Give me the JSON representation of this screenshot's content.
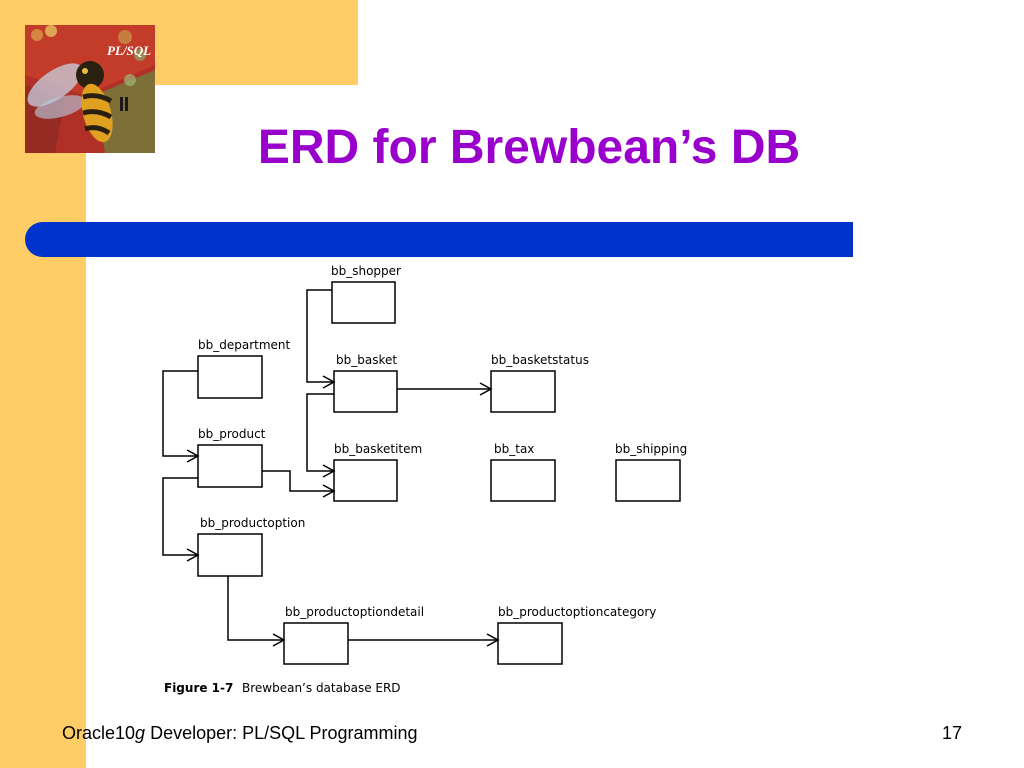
{
  "slide": {
    "title": "ERD for Brewbean’s DB",
    "footer": {
      "prefix": "Oracle10",
      "italic": "g",
      "suffix": " Developer: PL/SQL Programming"
    },
    "page_number": "17"
  },
  "logo": {
    "text": "PL/SQL"
  },
  "diagram": {
    "entities": [
      "bb_shopper",
      "bb_department",
      "bb_basket",
      "bb_basketstatus",
      "bb_product",
      "bb_basketitem",
      "bb_tax",
      "bb_shipping",
      "bb_productoption",
      "bb_productoptiondetail",
      "bb_productoptioncategory"
    ],
    "caption": {
      "label": "Figure 1-7",
      "text": "Brewbean’s database ERD"
    }
  },
  "colors": {
    "side_band": "#ffcc66",
    "title": "#9900cc",
    "bar": "#0033cc"
  }
}
